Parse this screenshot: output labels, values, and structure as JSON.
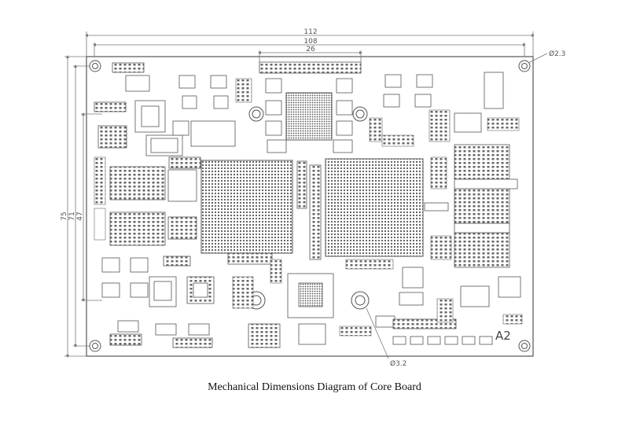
{
  "diagram": {
    "caption": "Mechanical Dimensions Diagram of Core Board",
    "board_mark": "A2",
    "dimensions": {
      "overall_width": "112",
      "hole_pitch_width": "108",
      "connector_width": "26",
      "overall_height": "75",
      "hole_pitch_height": "71",
      "inner_height": "47",
      "mount_hole": "Ø2.3",
      "center_hole": "Ø3.2"
    }
  }
}
